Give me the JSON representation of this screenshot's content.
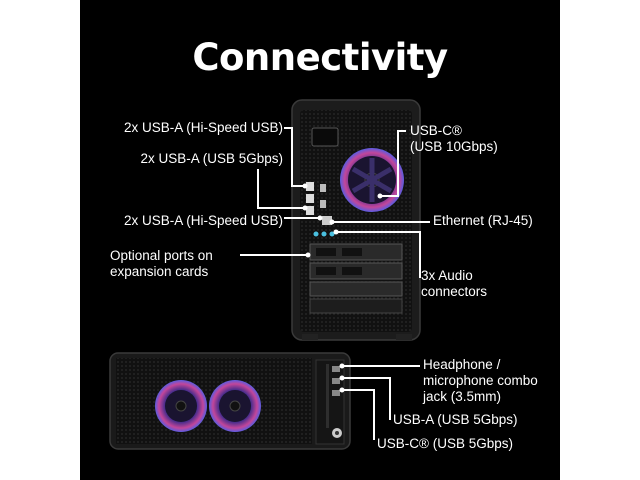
{
  "title": "Connectivity",
  "tower_labels_left": [
    {
      "text": "2x USB-A (Hi-Speed USB)"
    },
    {
      "text": "2x USB-A (USB 5Gbps)"
    },
    {
      "text": "2x USB-A (Hi-Speed USB)"
    },
    {
      "text_line1": "Optional ports on",
      "text_line2": "expansion cards"
    }
  ],
  "tower_labels_right": [
    {
      "text_line1": "USB-C®",
      "text_line2": "(USB 10Gbps)"
    },
    {
      "text": "Ethernet (RJ-45)"
    },
    {
      "text_line1": "3x Audio",
      "text_line2": "connectors"
    }
  ],
  "front_labels": [
    {
      "text_line1": "Headphone /",
      "text_line2": "microphone combo",
      "text_line3": "jack (3.5mm)"
    },
    {
      "text": "USB-A (USB 5Gbps)"
    },
    {
      "text": "USB-C® (USB 5Gbps)"
    }
  ],
  "colors": {
    "background": "#000000",
    "text": "#ffffff",
    "fan_ring_pink": "#c2469a",
    "fan_ring_blue": "#5b5ce0"
  }
}
